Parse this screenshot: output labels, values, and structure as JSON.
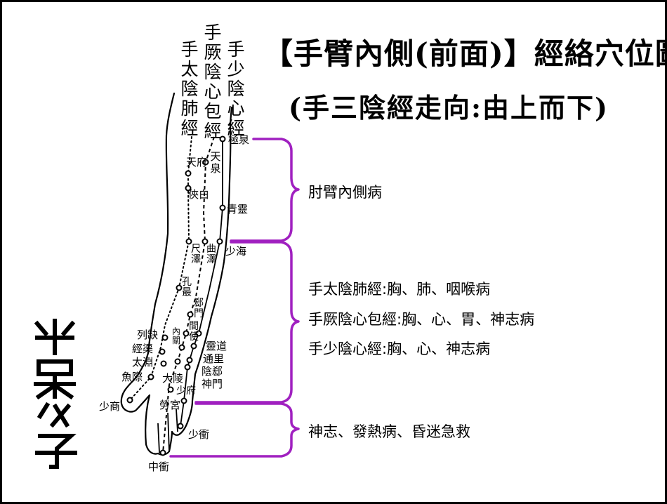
{
  "title": "【手臂內側(前面)】經絡穴位圖",
  "subtitle": "(手三陰經走向:由上而下)",
  "meridians": {
    "lung": "手太陰肺經",
    "pericardium": "手厥陰心包經",
    "heart": "手少陰心經"
  },
  "points": {
    "jiquan": "極泉",
    "tianquan": "天泉",
    "tianfu": "天府",
    "xiabai": "俠白",
    "qingling": "青靈",
    "chize": "尺澤",
    "quze": "曲澤",
    "shaohai": "少海",
    "kongzui": "孔最",
    "ximen": "郄門",
    "jianshi": "間使",
    "neiguan": "內關",
    "lieque": "列缺",
    "jingqu": "經渠",
    "taiyuan": "太淵",
    "yuji": "魚際",
    "daling": "大陵",
    "shaofu": "少府",
    "laogong": "勞宮",
    "shaoshang": "少商",
    "shaochong": "少衝",
    "zhongchong": "中衝",
    "lingdao": "靈道",
    "tongli": "通里",
    "yinxi": "陰郄",
    "shenmen": "神門"
  },
  "indications": {
    "upper": "肘臂內側病",
    "middle": [
      "手太陰肺經:胸、肺、咽喉病",
      "手厥陰心包經:胸、心、胃、神志病",
      "手少陰心經:胸、心、神志病"
    ],
    "lower": "神志、發熱病、昏迷急救"
  },
  "brace_color": "#a020c0"
}
